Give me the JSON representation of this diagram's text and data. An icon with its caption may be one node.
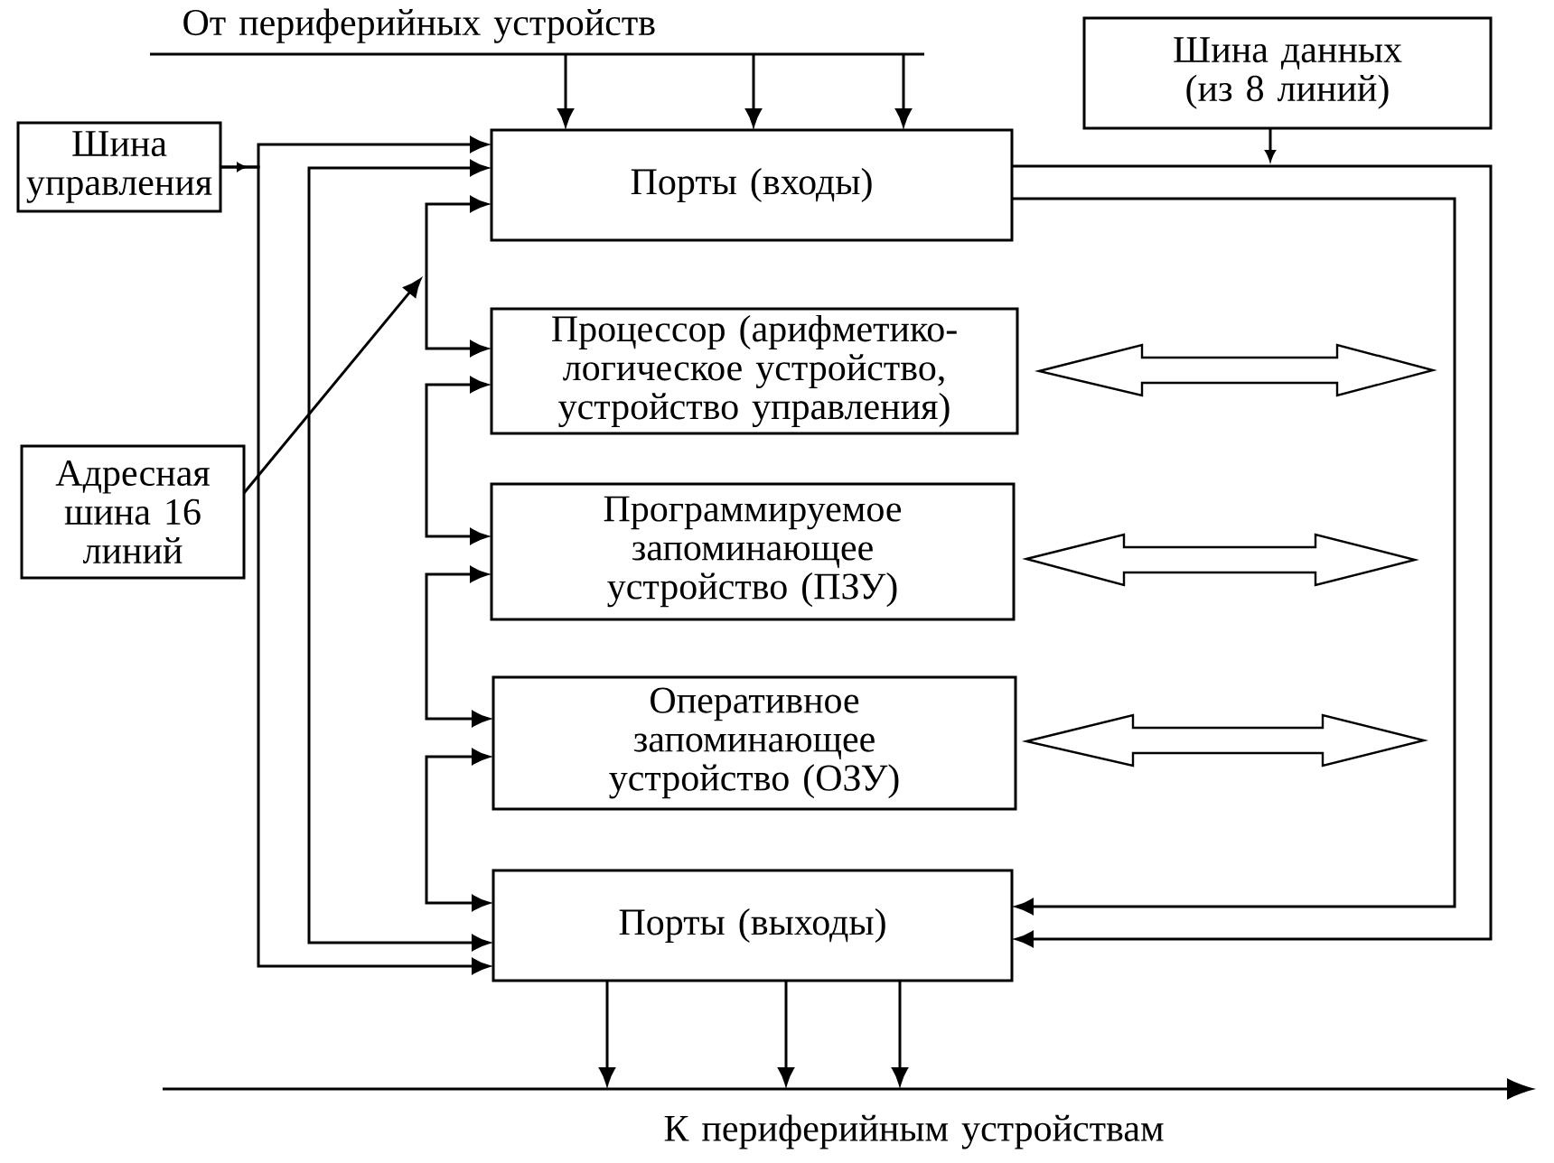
{
  "diagram": {
    "nodes": [
      {
        "text": [
          "От периферийных устройств"
        ]
      },
      {
        "text": [
          "Шина управления"
        ]
      },
      {
        "text": [
          "Порты (входы)"
        ]
      },
      {
        "text": [
          "Шина данных (из 8 линий)"
        ]
      },
      {
        "text": [
          "Адресная шина 16 линий"
        ]
      },
      {
        "text": [
          "Процессор (арифметико-логическое устройство, устройство управления)"
        ]
      },
      {
        "text": [
          "Программируемое запоминающее устройство (ПЗУ)"
        ]
      },
      {
        "text": [
          "Оперативное запоминающее устройство (ОЗУ)"
        ]
      },
      {
        "text": [
          "Порты (выходы)"
        ]
      },
      {
        "text": [
          "К периферийным устройствам"
        ]
      }
    ],
    "edges": [
      {
        "from": 0,
        "to": 2,
        "arrow": "to"
      },
      {
        "from": 0,
        "to": 2,
        "arrow": "to"
      },
      {
        "from": 0,
        "to": 2,
        "arrow": "to"
      },
      {
        "from": 1,
        "to": 2,
        "arrow": "to"
      },
      {
        "from": 1,
        "to": 8,
        "arrow": "to"
      },
      {
        "from": 2,
        "to": 8,
        "arrow": "both"
      },
      {
        "from": 2,
        "to": 5,
        "arrow": "both"
      },
      {
        "from": 5,
        "to": 6,
        "arrow": "both"
      },
      {
        "from": 6,
        "to": 7,
        "arrow": "both"
      },
      {
        "from": 7,
        "to": 8,
        "arrow": "both"
      },
      {
        "from": 4,
        "to": null,
        "arrow": "to"
      },
      {
        "from": 3,
        "to": null,
        "arrow": "to"
      },
      {
        "from": 2,
        "to": 8,
        "arrow": "to"
      },
      {
        "from": 2,
        "to": 8,
        "arrow": "to"
      },
      {
        "from": 8,
        "to": 9,
        "arrow": "to"
      },
      {
        "from": 8,
        "to": 9,
        "arrow": "to"
      },
      {
        "from": 8,
        "to": 9,
        "arrow": "to"
      },
      {
        "from": 5,
        "to": null,
        "arrow": "both"
      },
      {
        "from": 6,
        "to": null,
        "arrow": "both"
      },
      {
        "from": 7,
        "to": null,
        "arrow": "both"
      }
    ]
  }
}
